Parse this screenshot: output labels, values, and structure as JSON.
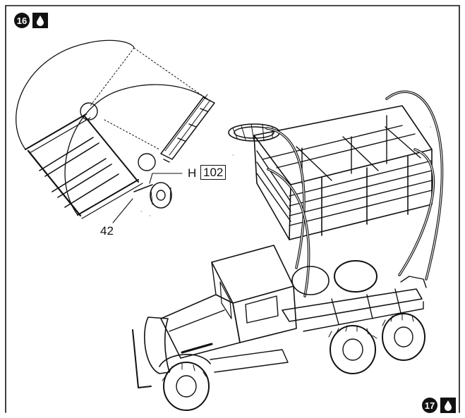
{
  "steps": [
    {
      "number": "16",
      "icon": "glue-drop-icon"
    },
    {
      "number": "17",
      "icon": "glue-drop-icon"
    }
  ],
  "callouts": {
    "part_letter": "H",
    "part_number": "102",
    "part_42": "42"
  },
  "colors": {
    "ink": "#111111",
    "paper": "#ffffff"
  }
}
